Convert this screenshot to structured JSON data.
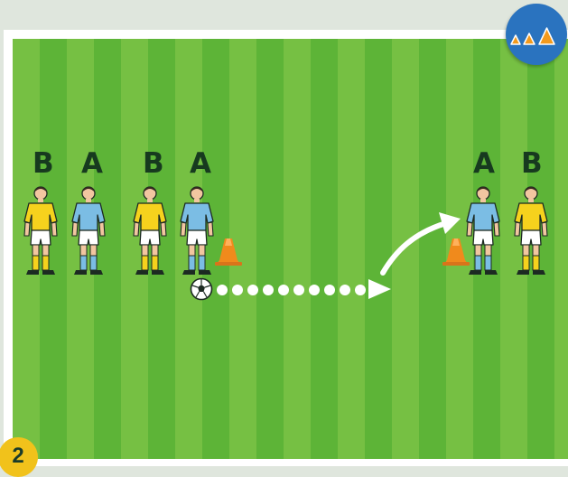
{
  "diagram": {
    "step_number": "2",
    "logo": {
      "icon": "three-cones-icon",
      "colors": [
        "#f39a1d",
        "#f39a1d",
        "#f39a1d"
      ]
    },
    "team_labels": {
      "b1": "B",
      "a1": "A",
      "b2": "B",
      "a2": "A",
      "a3": "A",
      "b3": "B"
    },
    "players": [
      {
        "team": "B",
        "shirt": "yellow"
      },
      {
        "team": "A",
        "shirt": "blue"
      },
      {
        "team": "B",
        "shirt": "yellow"
      },
      {
        "team": "A",
        "shirt": "blue"
      },
      {
        "team": "A",
        "shirt": "blue"
      },
      {
        "team": "B",
        "shirt": "yellow"
      }
    ],
    "colors": {
      "pitch_light": "#76c043",
      "pitch_dark": "#5db437",
      "team_a_shirt": "#7bbde4",
      "team_b_shirt": "#f6d21d",
      "cone": "#f08a1c",
      "label": "#173a1f",
      "badge": "#2a73bf",
      "step_badge": "#f1c21b"
    },
    "icons": [
      "soccer-ball-icon",
      "cone-icon",
      "curved-arrow-icon",
      "player-icon"
    ]
  }
}
